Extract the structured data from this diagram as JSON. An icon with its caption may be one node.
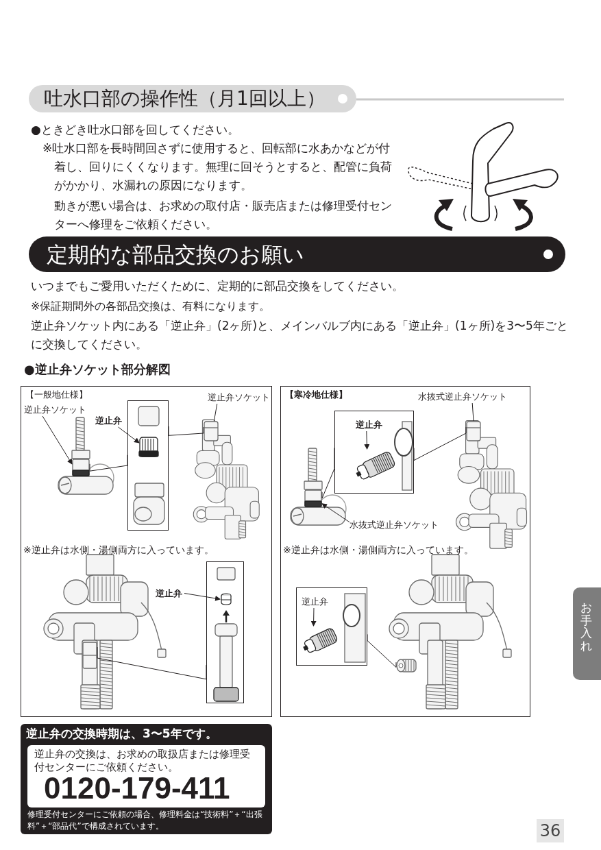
{
  "diagram": {
    "nodes": [
      {
        "text": [
          "吐水口部の操作性（月1回以上）"
        ]
      },
      {
        "text": [
          "定期的な部品交換のお願い"
        ]
      },
      {
        "text": [
          "【一般地仕様】",
          "※逆止弁は水側・湯側両方に入っています。"
        ]
      },
      {
        "text": [
          "逆止弁ソケット"
        ],
        "in": 2
      },
      {
        "text": [
          "逆止弁"
        ],
        "in": 2
      },
      {
        "text": [],
        "shape": "box",
        "in": 2
      },
      {
        "text": [
          "逆止弁ソケット"
        ],
        "in": 2
      },
      {
        "text": [],
        "shape": "box",
        "in": 2
      },
      {
        "text": [
          "逆止弁"
        ],
        "in": 2
      },
      {
        "text": [
          "【寒冷地仕様】",
          "※逆止弁は水側・湯側両方に入っています。"
        ]
      },
      {
        "text": [
          "水抜式逆止弁ソケット"
        ],
        "in": 9
      },
      {
        "text": [],
        "shape": "box",
        "in": 9
      },
      {
        "text": [
          "逆止弁"
        ],
        "in": 11
      },
      {
        "text": [
          "水抜式逆止弁ソケット"
        ],
        "in": 9
      },
      {
        "text": [],
        "shape": "box",
        "in": 9
      },
      {
        "text": [
          "逆止弁"
        ],
        "in": 14
      },
      {
        "text": [
          "逆止弁の交換時期は、3〜5年です。",
          "修理受付センターにご依頼の場合、修理料金は“技術料”＋“出張料”＋“部品代”で構成されています。"
        ]
      },
      {
        "text": [
          "逆止弁の交換は、お求めの取扱店または修理受付センターにご依頼ください。",
          "0120-179-411"
        ],
        "in": 16
      },
      {
        "text": [
          "お手入れ"
        ]
      },
      {
        "text": [],
        "shape": "picture",
        "in": 2
      },
      {
        "text": [],
        "shape": "picture",
        "in": 2
      },
      {
        "text": [],
        "shape": "picture",
        "in": 2
      },
      {
        "text": [],
        "shape": "picture",
        "in": 5
      },
      {
        "text": [],
        "shape": "picture",
        "in": 7
      },
      {
        "text": [],
        "shape": "picture",
        "in": 9
      },
      {
        "text": [],
        "shape": "picture",
        "in": 9
      },
      {
        "text": [],
        "shape": "picture",
        "in": 9
      },
      {
        "text": [],
        "shape": "picture",
        "in": 11
      },
      {
        "text": [],
        "shape": "picture",
        "in": 14
      }
    ],
    "edges": [
      {
        "from": 3,
        "to": 19,
        "arrow": "to"
      },
      {
        "from": 4,
        "to": 22,
        "arrow": "to"
      },
      {
        "from": 5,
        "to": 19,
        "arrow": "none"
      },
      {
        "from": 5,
        "to": 20,
        "arrow": "none"
      },
      {
        "from": 6,
        "to": 20,
        "arrow": "none"
      },
      {
        "from": 8,
        "to": 23,
        "arrow": "to"
      },
      {
        "from": 7,
        "to": 21,
        "arrow": "none"
      },
      {
        "from": 10,
        "to": 25,
        "arrow": "none"
      },
      {
        "from": 12,
        "to": 27,
        "arrow": "to"
      },
      {
        "from": 11,
        "to": 24,
        "arrow": "none"
      },
      {
        "from": 11,
        "to": 25,
        "arrow": "none"
      },
      {
        "from": 13,
        "to": 24,
        "arrow": "to"
      },
      {
        "from": 15,
        "to": 28,
        "arrow": "to"
      },
      {
        "from": 14,
        "to": 26,
        "arrow": "none"
      }
    ],
    "labels": [
      "●ときどき吐水口部を回してください。",
      "※吐水口部を長時間回さずに使用すると、回転部に水あかなどが付着し、回りにくくなります。無理に回そうとすると、配管に負荷がかかり、水漏れの原因になります。",
      "動きが悪い場合は、お求めの取付店・販売店または修理受付センターへ修理をご依頼ください。",
      "いつまでもご愛用いただくために、定期的に部品交換をしてください。",
      "※保証期間外の各部品交換は、有料になります。",
      "逆止弁ソケット内にある「逆止弁」(2ヶ所)と、メインバルブ内にある「逆止弁」(1ヶ所)を3〜5年ごとに交換してください。",
      "●逆止弁ソケット部分解図",
      "36"
    ]
  }
}
